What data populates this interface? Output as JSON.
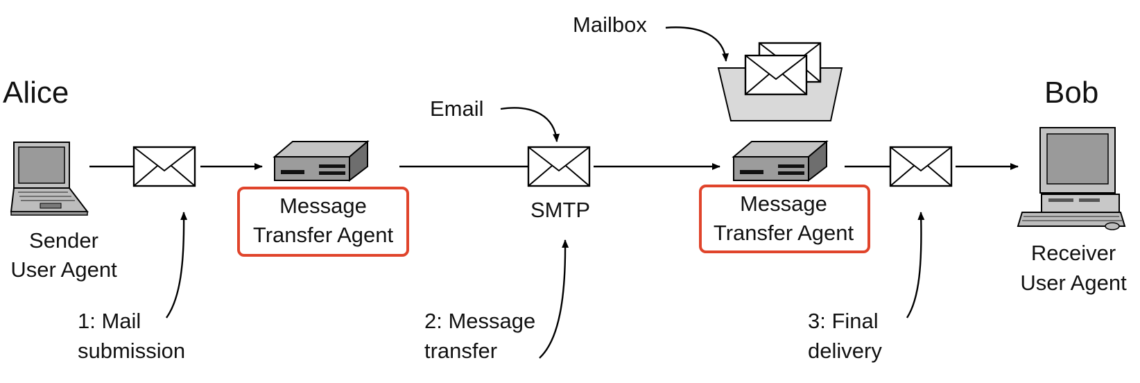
{
  "participants": {
    "sender_name": "Alice",
    "receiver_name": "Bob"
  },
  "nodes": {
    "sender_agent": [
      "Sender",
      "User Agent"
    ],
    "mta_left": [
      "Message",
      "Transfer Agent"
    ],
    "smtp": "SMTP",
    "mta_right": [
      "Message",
      "Transfer Agent"
    ],
    "receiver_agent": [
      "Receiver",
      "User Agent"
    ]
  },
  "callouts": {
    "mailbox": "Mailbox",
    "email": "Email"
  },
  "steps": [
    [
      "1: Mail",
      "submission"
    ],
    [
      "2: Message",
      "transfer"
    ],
    [
      "3: Final",
      "delivery"
    ]
  ],
  "colors": {
    "participant_name": "#2e7d7a",
    "highlight_box": "#e0442b",
    "device_fill": "#9c9c9c",
    "device_top": "#c4c4c4",
    "mailbox_fill": "#d9d9d9"
  },
  "icons": {
    "sender": "laptop-icon",
    "mta": "server-icon",
    "envelope": "envelope-icon",
    "mailbox": "mailbox-icon",
    "receiver": "desktop-computer-icon"
  }
}
